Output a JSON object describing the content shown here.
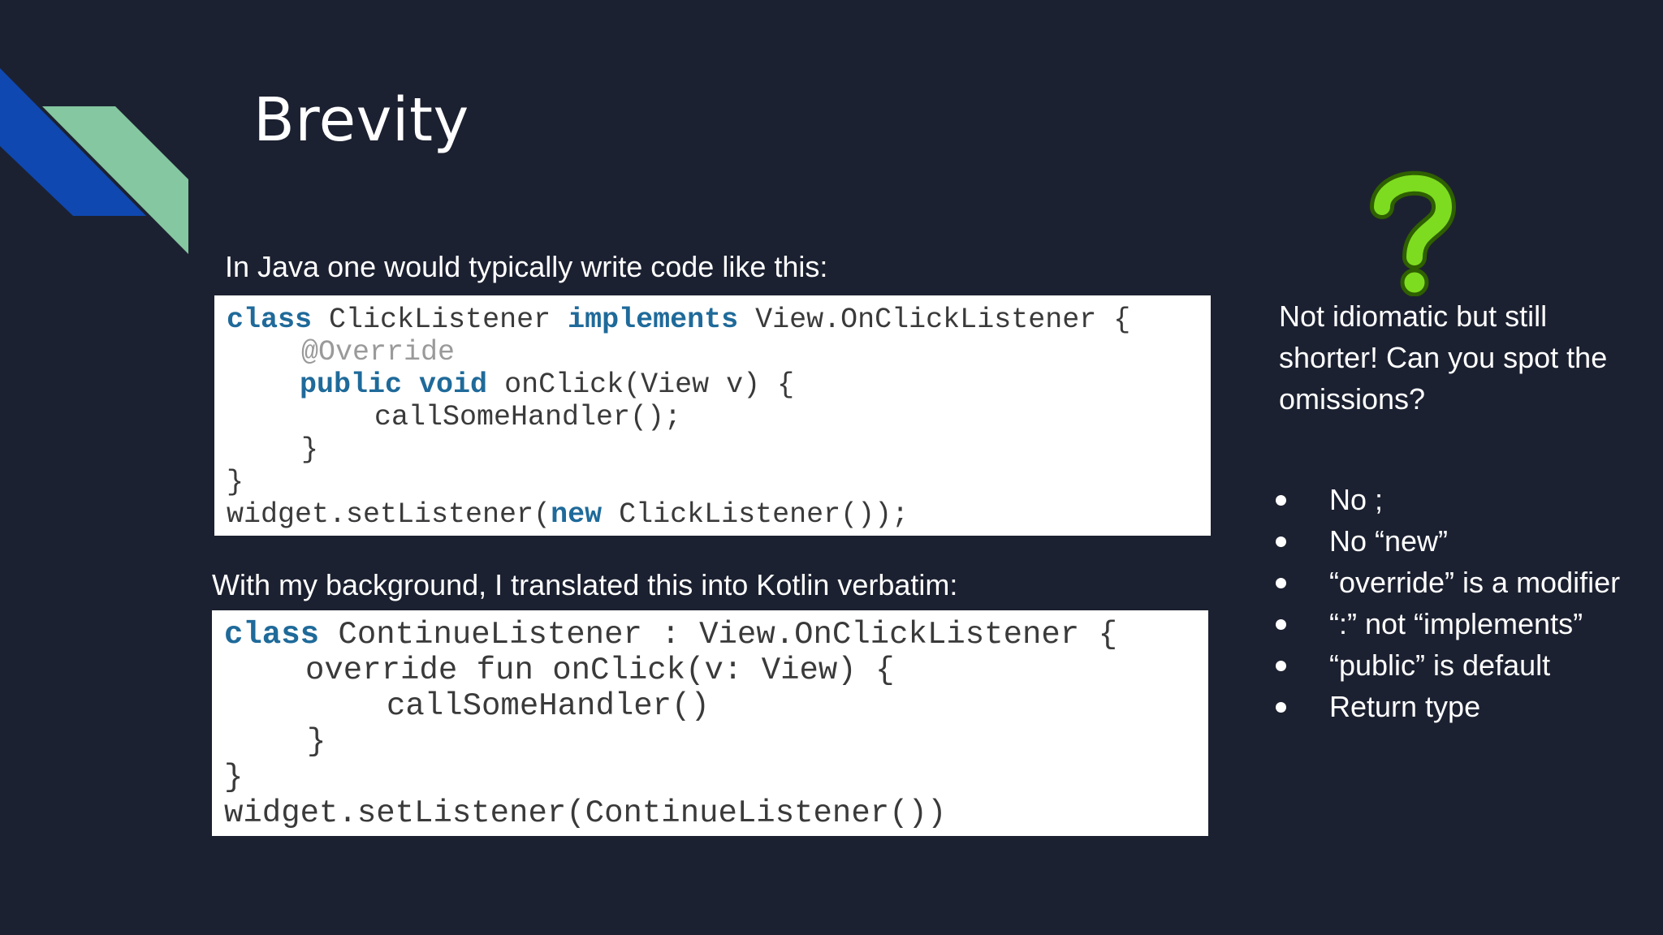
{
  "slide": {
    "title": "Brevity",
    "java_caption": "In Java one would typically write code like this:",
    "kotlin_caption": "With my background, I translated this into Kotlin verbatim:",
    "note": "Not idiomatic but still shorter! Can you spot the omissions?",
    "colors": {
      "background": "#1c2131",
      "stripe_blue": "#0f48b0",
      "stripe_green": "#84c7a0",
      "question_mark": "#7ddc1f",
      "keyword": "#1f6a9a"
    }
  },
  "java_code": {
    "l1": {
      "kw1": "class",
      "t1": " ClickListener ",
      "kw2": "implements",
      "t2": " View.OnClickListener {"
    },
    "l2": {
      "anno": "@Override"
    },
    "l3": {
      "kw1": "public",
      "sp": " ",
      "kw2": "void",
      "t1": " onClick(View v) {"
    },
    "l4": {
      "t1": "callSomeHandler();"
    },
    "l5": {
      "t1": "}"
    },
    "l6": {
      "t1": "}"
    },
    "l7": {
      "t1": "widget.setListener(",
      "kw1": "new",
      "t2": " ClickListener());"
    }
  },
  "kotlin_code": {
    "l1": {
      "kw1": "class",
      "t1": " ContinueListener : View.OnClickListener {"
    },
    "l2": {
      "t1": "override fun onClick(v: View) {"
    },
    "l3": {
      "t1": "callSomeHandler()"
    },
    "l4": {
      "t1": "}"
    },
    "l5": {
      "t1": "}"
    },
    "l6": {
      "t1": "widget.setListener(ContinueListener())"
    }
  },
  "bullets": [
    "No ;",
    "No “new”",
    "“override” is a modifier",
    "“:” not “implements”",
    "“public” is default",
    "Return type"
  ]
}
